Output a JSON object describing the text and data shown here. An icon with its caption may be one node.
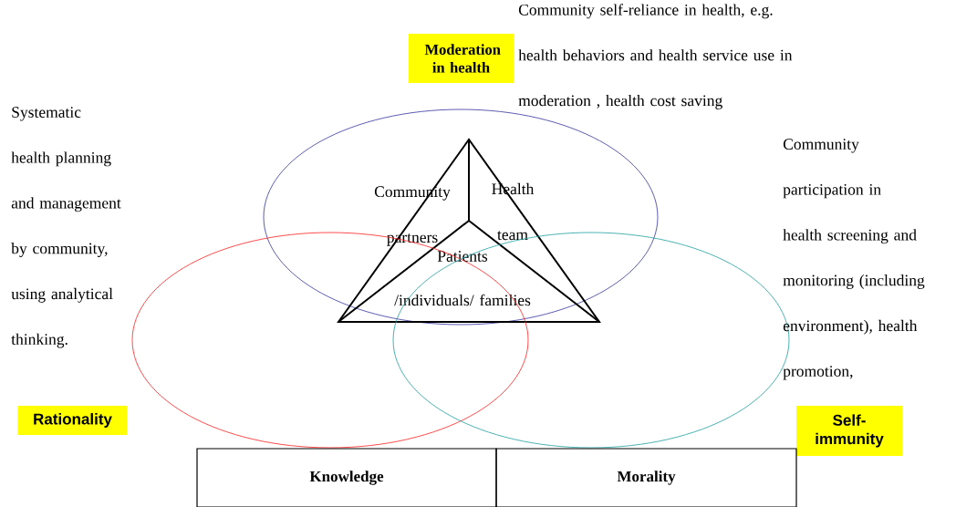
{
  "diagram": {
    "nodes": [
      {
        "text": [
          "Moderation in health"
        ]
      },
      {
        "text": [],
        "shape": "ellipse"
      },
      {
        "text": [
          "Community partners",
          "Health team",
          "Patients",
          "/individuals/ families"
        ],
        "in": 1
      },
      {
        "text": [],
        "shape": "ellipse"
      },
      {
        "text": [],
        "shape": "ellipse"
      },
      {
        "text": [
          "Rationality"
        ]
      },
      {
        "text": [
          "Self-immunity"
        ]
      },
      {
        "text": [
          "Knowledge"
        ]
      },
      {
        "text": [
          "Morality"
        ]
      }
    ],
    "edges": [],
    "labels": [
      "Community self-reliance in health, e.g. health behaviors and health service use in moderation , health cost saving",
      "Systematic health planning and management by community, using analytical thinking.",
      "Community participation in health screening and monitoring (including environment), health promotion,"
    ]
  }
}
